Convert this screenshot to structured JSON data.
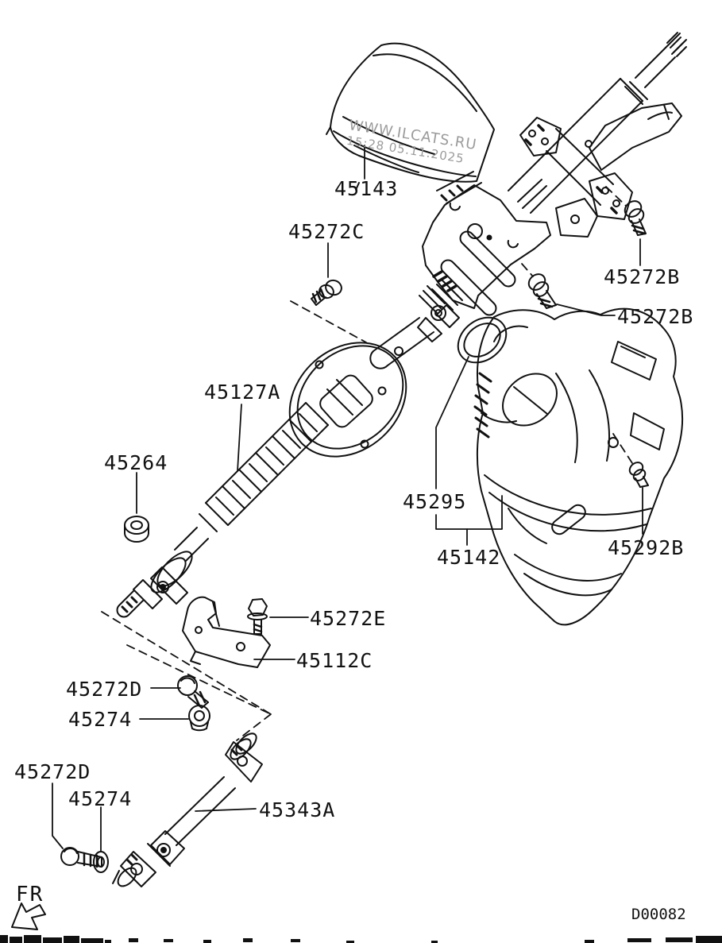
{
  "watermark": {
    "line1": "WWW.ILCATS.RU",
    "line2": "15:28 05.11.2025"
  },
  "footer": {
    "diagram_code": "D00082"
  },
  "direction_indicator": "FR",
  "labels": {
    "p45143": "45143",
    "p45272c": "45272C",
    "p45272b_1": "45272B",
    "p45272b_2": "45272B",
    "p45127a": "45127A",
    "p45264": "45264",
    "p45295": "45295",
    "p45142": "45142",
    "p45292b": "45292B",
    "p45272e": "45272E",
    "p45112c": "45112C",
    "p45272d_1": "45272D",
    "p45274_1": "45274",
    "p45272d_2": "45272D",
    "p45274_2": "45274",
    "p45343a": "45343A"
  }
}
